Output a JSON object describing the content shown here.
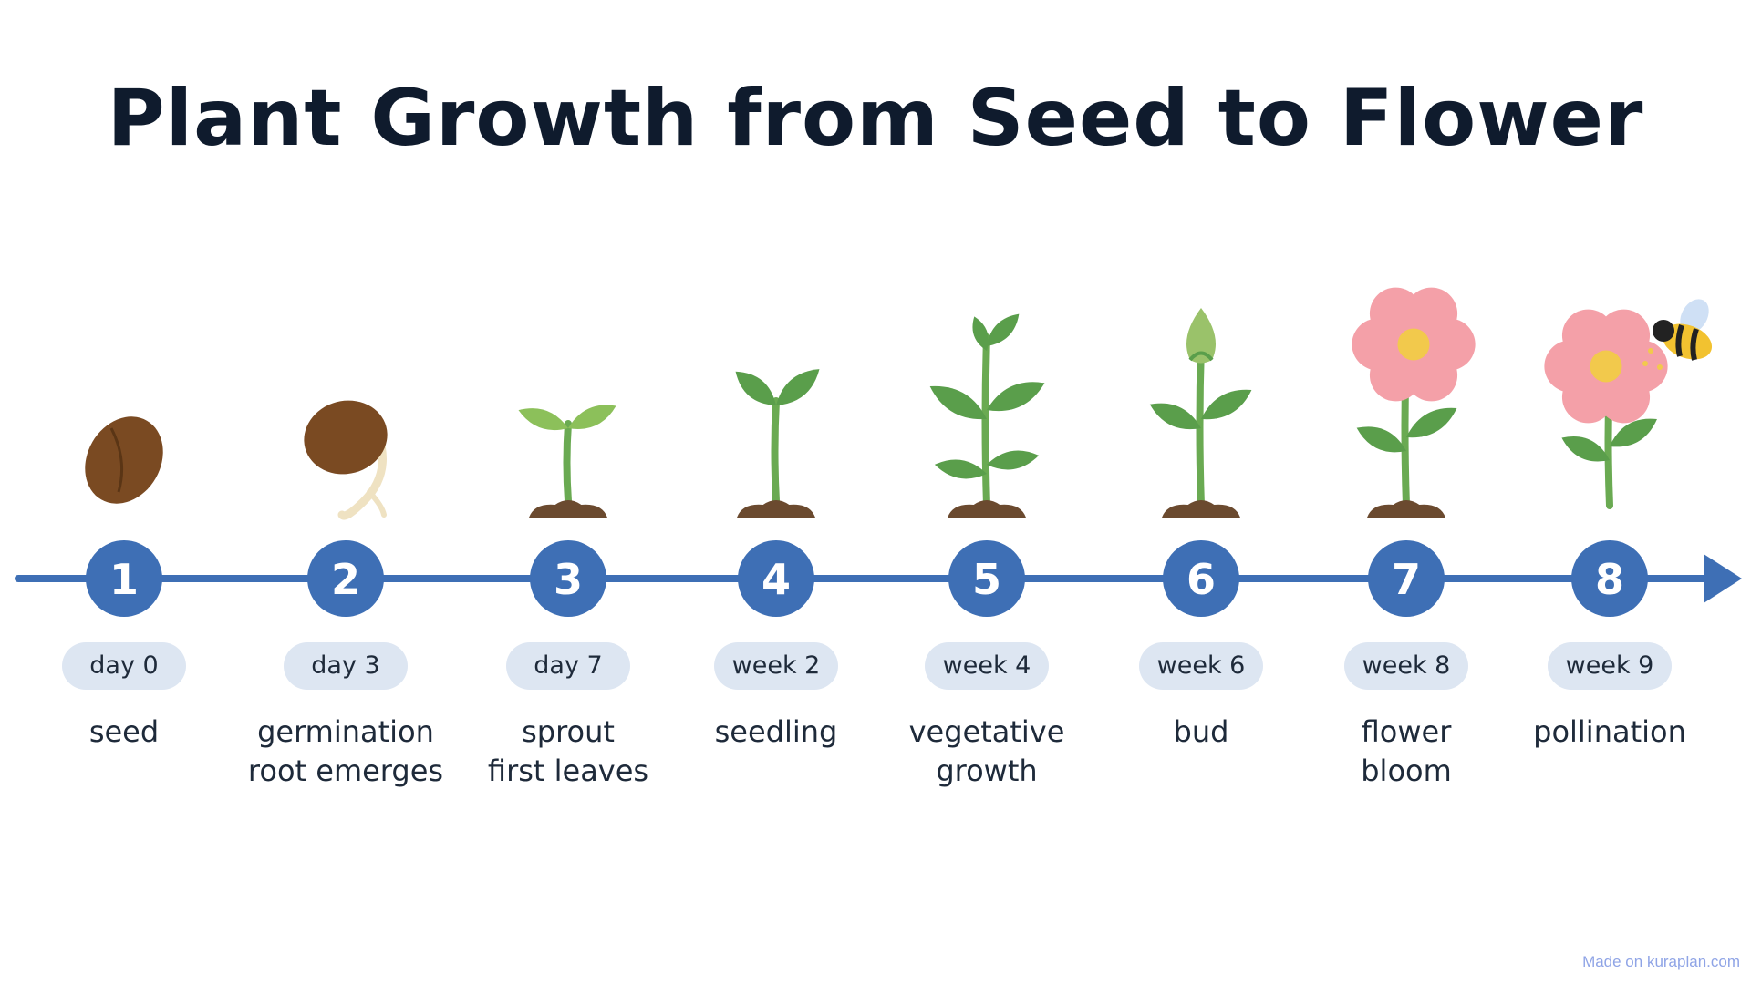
{
  "title": "Plant Growth from Seed to Flower",
  "watermark": "Made on kuraplan.com",
  "colors": {
    "timeline": "#3e6fb5",
    "circle": "#3e6fb5",
    "pill": "#dde6f2",
    "leaf": "#5a9e4b",
    "stem": "#6aaa52",
    "soil": "#6b4a2f",
    "seed": "#7a4a22",
    "petal": "#f4a0a8",
    "flower_center": "#f2c94c"
  },
  "stages": [
    {
      "number": "1",
      "time": "day 0",
      "label_lines": [
        "seed"
      ],
      "icon": "seed-icon"
    },
    {
      "number": "2",
      "time": "day 3",
      "label_lines": [
        "germination",
        "root emerges"
      ],
      "icon": "germinating-seed-icon"
    },
    {
      "number": "3",
      "time": "day 7",
      "label_lines": [
        "sprout",
        "first leaves"
      ],
      "icon": "sprout-icon"
    },
    {
      "number": "4",
      "time": "week 2",
      "label_lines": [
        "seedling"
      ],
      "icon": "seedling-icon"
    },
    {
      "number": "5",
      "time": "week 4",
      "label_lines": [
        "vegetative",
        "growth"
      ],
      "icon": "leafy-plant-icon"
    },
    {
      "number": "6",
      "time": "week 6",
      "label_lines": [
        "bud"
      ],
      "icon": "bud-icon"
    },
    {
      "number": "7",
      "time": "week 8",
      "label_lines": [
        "flower",
        "bloom"
      ],
      "icon": "flower-icon"
    },
    {
      "number": "8",
      "time": "week 9",
      "label_lines": [
        "pollination"
      ],
      "icon": "flower-with-bee-icon"
    }
  ]
}
